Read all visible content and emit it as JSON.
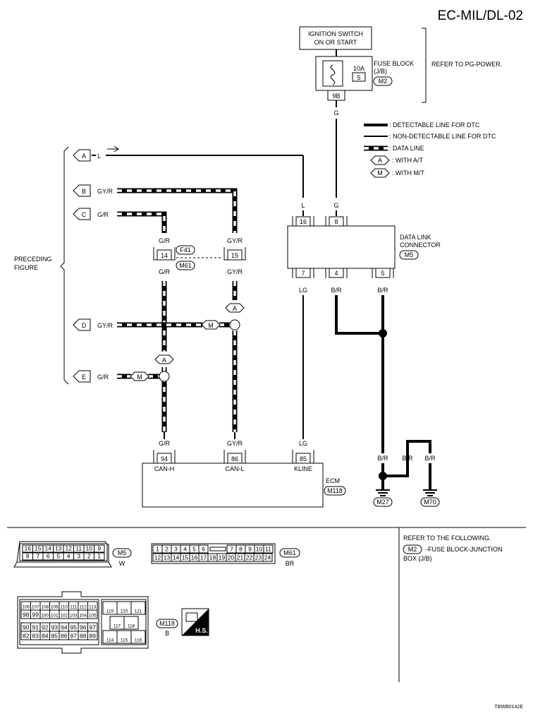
{
  "page_id": "EC-MIL/DL-02",
  "figure_code": "TBWB0142E",
  "ignition_switch": {
    "line1": "IGNITION SWITCH",
    "line2": "ON OR START"
  },
  "fuse_block": {
    "amp": "10A",
    "fuse_no": "5",
    "label1": "FUSE BLOCK",
    "label2": "(J/B)",
    "connector": "M2",
    "terminal": "9B",
    "wire": "G",
    "refer": "REFER TO PG-POWER."
  },
  "legend": {
    "detectable": ": DETECTABLE LINE FOR DTC",
    "non_detectable": ": NON-DETECTABLE LINE FOR DTC",
    "data_line": ": DATA LINE",
    "at_code": "A",
    "at_label": ": WITH A/T",
    "mt_code": "M",
    "mt_label": ": WITH M/T"
  },
  "preceding": {
    "line1": "PRECEDING",
    "line2": "FIGURE",
    "items": [
      {
        "code": "A",
        "wire": "L"
      },
      {
        "code": "B",
        "wire": "GY/R"
      },
      {
        "code": "C",
        "wire": "G/R"
      },
      {
        "code": "D",
        "wire": "GY/R"
      },
      {
        "code": "E",
        "wire": "G/R"
      }
    ]
  },
  "joint": {
    "pin_left": "14",
    "pin_right": "15",
    "conn1": "F41",
    "conn2": "M61"
  },
  "wires": {
    "g_r": "G/R",
    "gy_r": "GY/R",
    "l": "L",
    "g": "G",
    "lg": "LG",
    "b_r": "B/R",
    "opt_a": "A",
    "opt_m": "M"
  },
  "dlc": {
    "label1": "DATA LINK",
    "label2": "CONNECTOR",
    "connector": "M5",
    "pins_top": [
      "16",
      "8"
    ],
    "pins_bottom": [
      "7",
      "4",
      "5"
    ]
  },
  "ecm": {
    "label": "ECM",
    "connector": "M118",
    "pins": [
      {
        "num": "94",
        "name": "CAN-H"
      },
      {
        "num": "86",
        "name": "CAN-L"
      },
      {
        "num": "85",
        "name": "KLINE"
      }
    ]
  },
  "grounds": [
    "M27",
    "M70"
  ],
  "connector_views": {
    "m5": {
      "code": "M5",
      "color": "W",
      "row1": [
        "16",
        "15",
        "14",
        "13",
        "12",
        "11",
        "10",
        "9"
      ],
      "row2": [
        "8",
        "7",
        "6",
        "5",
        "4",
        "3",
        "2",
        "1"
      ]
    },
    "m61": {
      "code": "M61",
      "color": "BR",
      "row1_left": [
        "1",
        "2",
        "3",
        "4",
        "5",
        "6"
      ],
      "row1_right": [
        "7",
        "8",
        "9",
        "10",
        "11"
      ],
      "row2": [
        "12",
        "13",
        "14",
        "15",
        "16",
        "17",
        "18",
        "19",
        "20",
        "21",
        "22",
        "23",
        "24"
      ]
    },
    "m118": {
      "code": "M118",
      "color": "B",
      "left_rows": [
        [
          "106",
          "107",
          "108",
          "109",
          "110",
          "111",
          "112",
          "113"
        ],
        [
          "98",
          "99",
          "100",
          "101",
          "102",
          "103",
          "104",
          "105"
        ],
        [
          "90",
          "91",
          "92",
          "93",
          "94",
          "95",
          "96",
          "97"
        ],
        [
          "82",
          "83",
          "84",
          "85",
          "86",
          "87",
          "88",
          "89"
        ]
      ],
      "right_rows": [
        [
          "119",
          "120",
          "121"
        ],
        [
          "117",
          "118"
        ],
        [
          "114",
          "115",
          "116"
        ]
      ]
    },
    "hs_label": "H.S."
  },
  "refer_following": {
    "title": "REFER TO THE FOLLOWING.",
    "code": "M2",
    "text1": "-FUSE BLOCK-JUNCTION",
    "text2": "BOX (J/B)"
  }
}
